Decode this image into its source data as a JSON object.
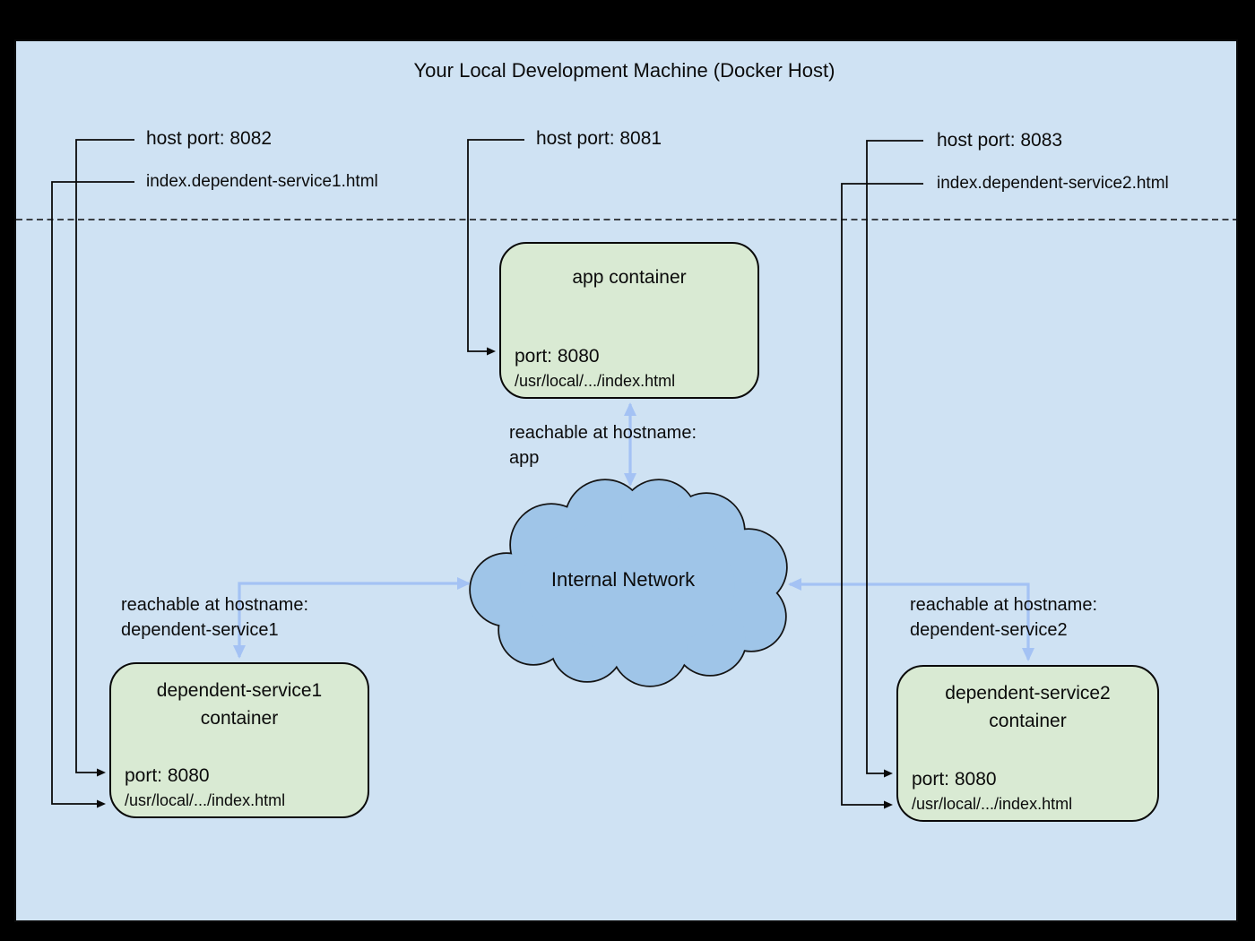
{
  "canvas": {
    "title": "Your Local Development Machine (Docker Host)",
    "colors": {
      "frame": "#000000",
      "background": "#cfe2f3",
      "container_fill": "#d9ead3",
      "cloud_fill": "#9fc5e8",
      "arrow_blue": "#a4c2f4",
      "line_black": "#0a0a0a"
    }
  },
  "host_mappings": {
    "ds1_port_label": "host port: 8082",
    "ds1_index_label": "index.dependent-service1.html",
    "app_port_label": "host port: 8081",
    "ds2_port_label": "host port: 8083",
    "ds2_index_label": "index.dependent-service2.html"
  },
  "containers": {
    "app": {
      "title": "app container",
      "port": "port: 8080",
      "path": "/usr/local/.../index.html"
    },
    "ds1": {
      "title_line1": "dependent-service1",
      "title_line2": "container",
      "port": "port: 8080",
      "path": "/usr/local/.../index.html"
    },
    "ds2": {
      "title_line1": "dependent-service2",
      "title_line2": "container",
      "port": "port: 8080",
      "path": "/usr/local/.../index.html"
    }
  },
  "network": {
    "label": "Internal Network",
    "reachable_app_line1": "reachable at hostname:",
    "reachable_app_line2": "app",
    "reachable_ds1_line1": "reachable at hostname:",
    "reachable_ds1_line2": "dependent-service1",
    "reachable_ds2_line1": "reachable at hostname:",
    "reachable_ds2_line2": "dependent-service2"
  }
}
